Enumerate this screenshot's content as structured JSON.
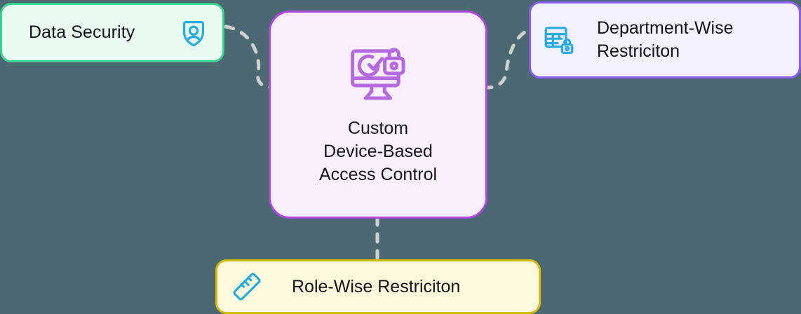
{
  "diagram": {
    "title": "Custom Device-Based Access Control",
    "background_color": "#4b6873",
    "center": {
      "label": "Custom\nDevice-Based\nAccess Control",
      "icon": "monitor-lock-check-icon",
      "border_color": "#b046e0",
      "fill_color": "#fbeffe",
      "text_color": "#12161a"
    },
    "nodes": [
      {
        "id": "data-security",
        "label": "Data Security",
        "icon": "shield-user-icon",
        "icon_color": "#29abe2",
        "border_color": "#3ad28e",
        "fill_color": "#e9faf1",
        "position": "top-left"
      },
      {
        "id": "department-wise-restriciton",
        "label": "Department-Wise Restriciton",
        "icon": "table-lock-icon",
        "icon_color": "#29abe2",
        "border_color": "#8b5cf6",
        "fill_color": "#f4f1fe",
        "position": "top-right"
      },
      {
        "id": "role-wise-restriciton",
        "label": "Role-Wise Restriciton",
        "icon": "ruler-icon",
        "icon_color": "#29abe2",
        "border_color": "#d6bb05",
        "fill_color": "#fdf9dc",
        "position": "bottom-center"
      }
    ],
    "edges": [
      {
        "id": "edge-data-security-to-center",
        "from": "data-security",
        "to": "center",
        "style": "dashed",
        "color": "#cfcfcf"
      },
      {
        "id": "edge-center-to-department",
        "from": "center",
        "to": "department-wise-restriciton",
        "style": "dashed",
        "color": "#cfcfcf"
      },
      {
        "id": "edge-center-to-role",
        "from": "center",
        "to": "role-wise-restriciton",
        "style": "dashed",
        "color": "#cfcfcf"
      }
    ]
  }
}
